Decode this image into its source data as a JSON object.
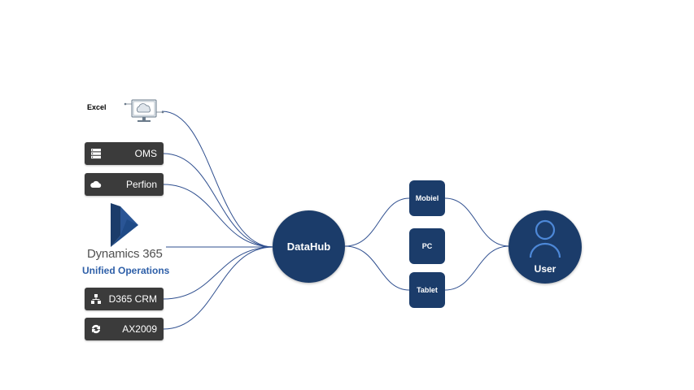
{
  "sources": {
    "excel": {
      "label": "Excel",
      "icon": "cloud-monitor-icon"
    },
    "oms": {
      "label": "OMS",
      "icon": "server-icon"
    },
    "perfion": {
      "label": "Perfion",
      "icon": "cloud-icon"
    },
    "dynamics": {
      "name": "Dynamics 365",
      "subtitle": "Unified Operations",
      "icon": "dynamics-365-logo"
    },
    "d365crm": {
      "label": "D365 CRM",
      "icon": "hierarchy-icon"
    },
    "ax2009": {
      "label": "AX2009",
      "icon": "sync-icon"
    }
  },
  "hub": {
    "label": "DataHub"
  },
  "devices": {
    "mobiel": {
      "label": "Mobiel"
    },
    "pc": {
      "label": "PC"
    },
    "tablet": {
      "label": "Tablet"
    }
  },
  "user": {
    "label": "User",
    "icon": "user-icon"
  },
  "colors": {
    "node": "#1b3c6a",
    "wire": "#2f4f8f",
    "button": "#3b3b3b",
    "brand": "#2e5fa8"
  }
}
